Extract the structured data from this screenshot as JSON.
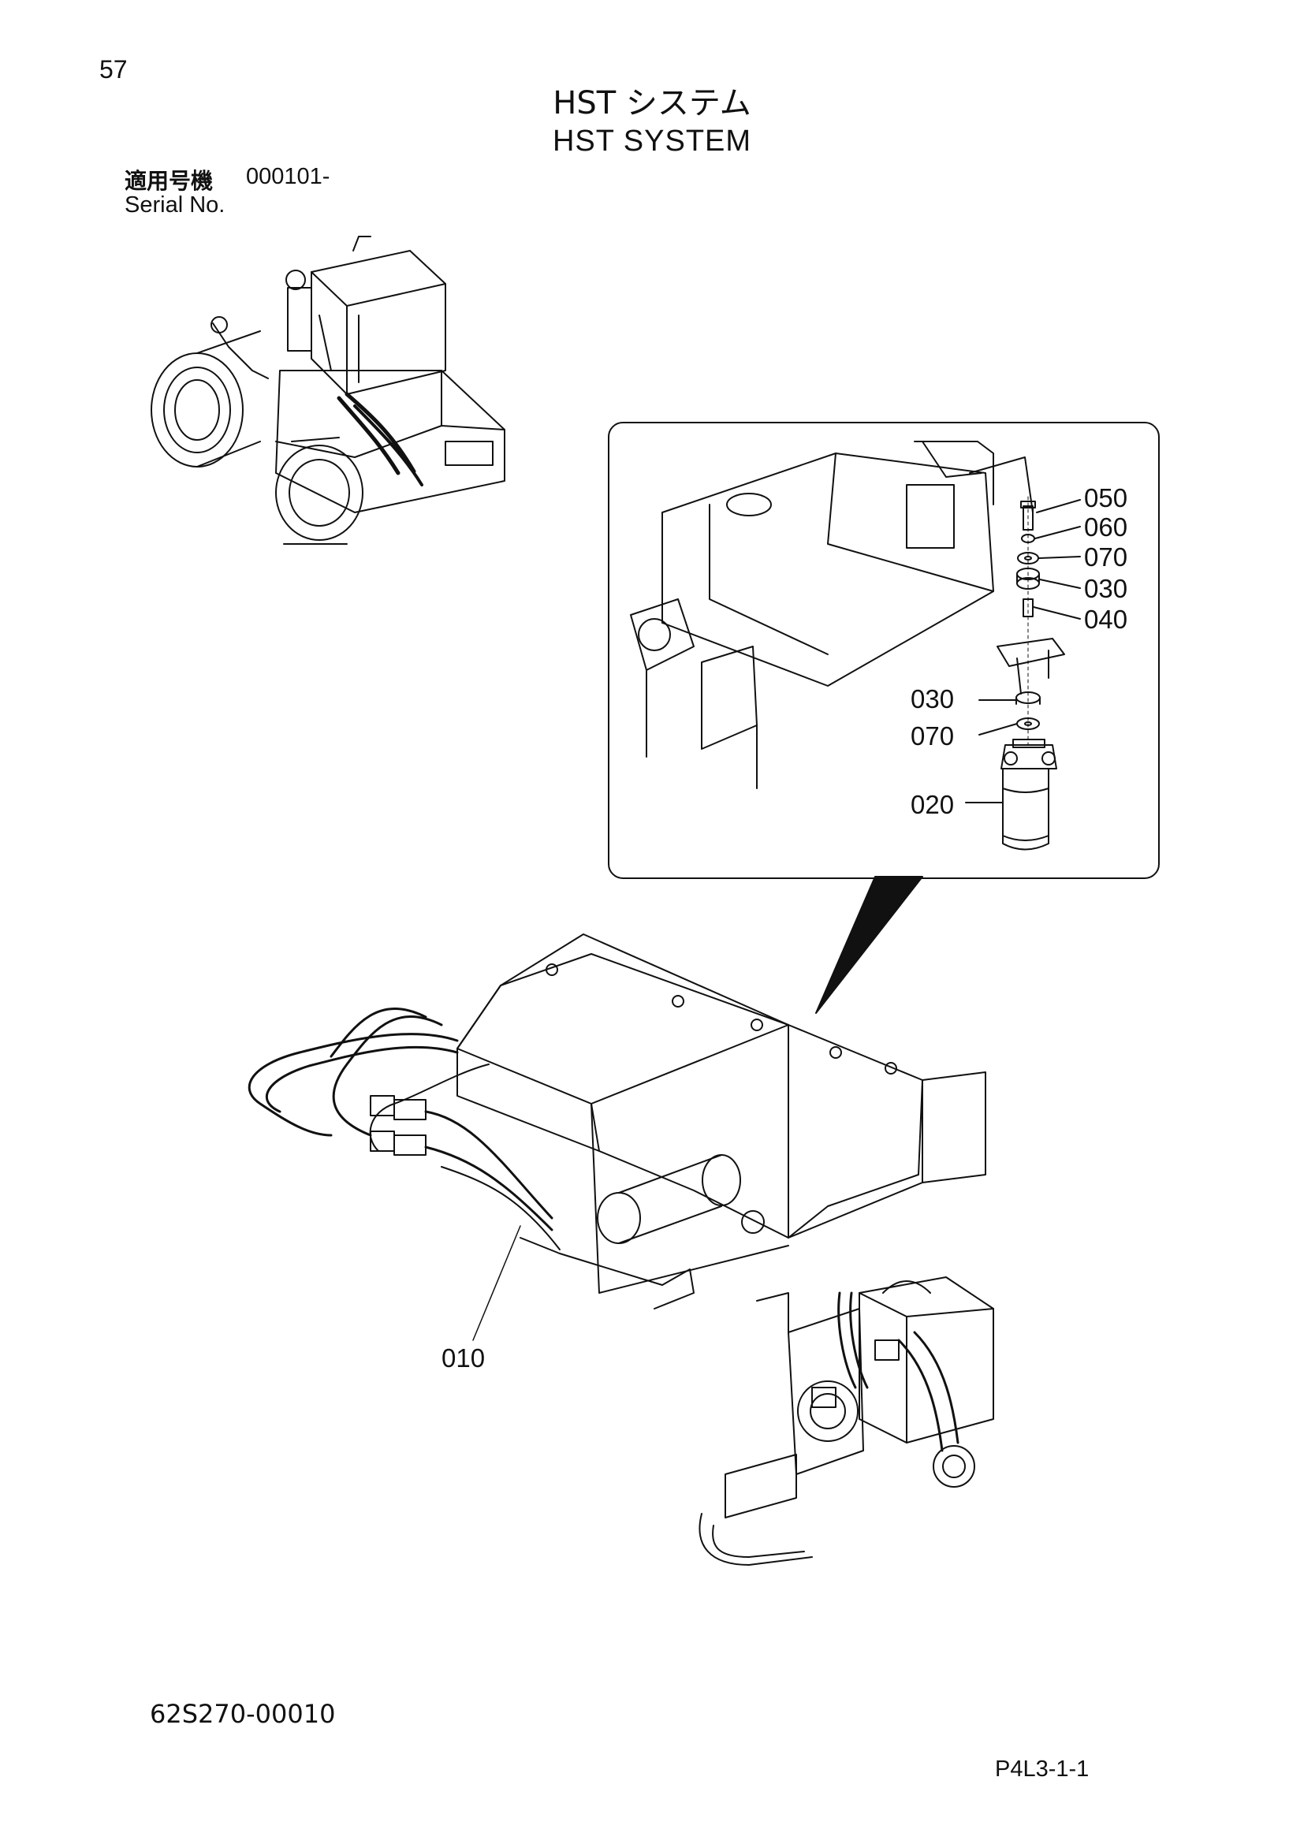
{
  "page": {
    "number": "57",
    "title_jp": "HST システム",
    "title_en": "HST SYSTEM",
    "serial_label_jp": "適用号機",
    "serial_value": "000101-",
    "serial_label_en": "Serial No.",
    "doc_code": "62S270-00010",
    "page_ref": "P4L3-1-1"
  },
  "callouts": {
    "c050": "050",
    "c060": "060",
    "c070a": "070",
    "c030a": "030",
    "c040": "040",
    "c030b": "030",
    "c070b": "070",
    "c020": "020",
    "c010": "010"
  }
}
